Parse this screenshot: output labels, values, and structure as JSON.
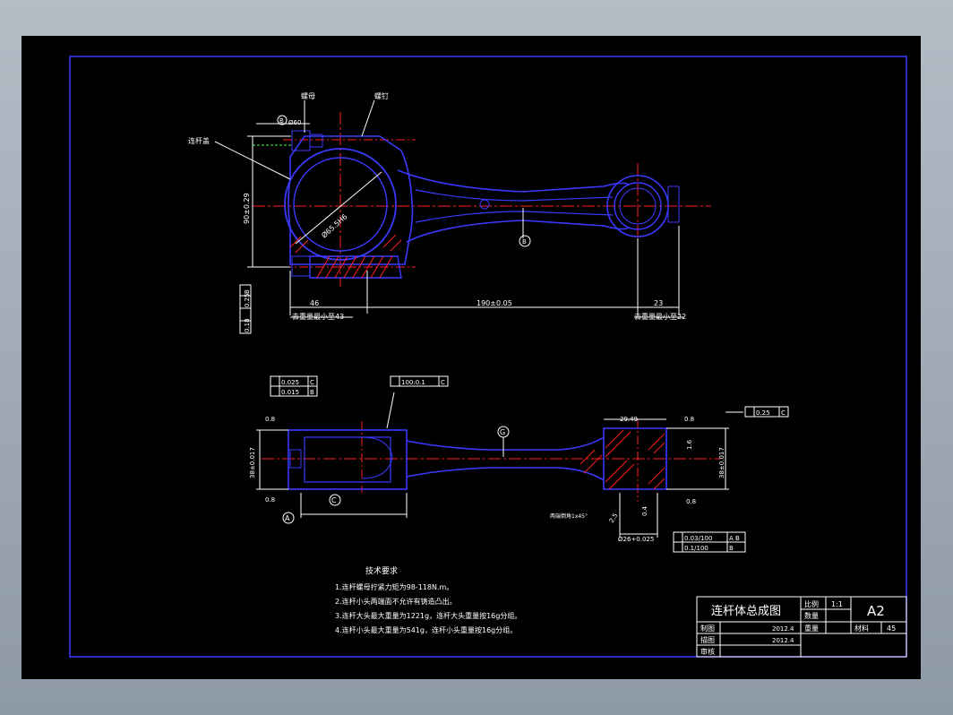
{
  "labels": {
    "nut": "螺母",
    "bolt": "螺钉",
    "cap": "连杆盖",
    "datum_b_top": "B",
    "dim_d1": "Ø60",
    "dim_90": "90±0.29",
    "dim_bore": "Ø65.5H6",
    "datum_b": "B",
    "tol_parallel_1": "0.25",
    "tol_parallel_1_ref": "B",
    "tol_position": "0.18",
    "dim_46": "46",
    "dim_190": "190±0.05",
    "dim_23": "23",
    "weight_note_left": "去重量最小至43",
    "weight_note_right": "去重量最小至22"
  },
  "side_view": {
    "fcf_parallel": "0.025",
    "fcf_parallel_ref": "C",
    "fcf_perp": "0.015",
    "fcf_perp_ref": "B",
    "fcf_perp_100": "100:0.1",
    "fcf_perp_100_ref": "C",
    "rough_08_a": "0.8",
    "rough_08_b": "0.8",
    "rough_08_c": "0.8",
    "rough_08_d": "0.8",
    "rough_16": "1.6",
    "rough_25": "2.5",
    "rough_04": "0.4",
    "dim_38_left": "38±0.017",
    "dim_38_right": "38±0.017",
    "dim_29": "29.49",
    "dim_26": "Ø26+0.025",
    "datum_a": "A",
    "datum_c": "C",
    "datum_g": "G",
    "fcf_flat": "0.25",
    "fcf_flat_ref": "C",
    "fcf_bottom_1": "0.03/100",
    "fcf_bottom_1_ref": "A B",
    "fcf_bottom_2": "0.1/100",
    "fcf_bottom_2_ref": "B",
    "chamfer_note": "两端倒角1x45°"
  },
  "notes": {
    "title": "技术要求",
    "items": [
      "1.连杆螺母拧紧力矩为98-118N.m。",
      "2.连杆小头两端面不允许有铸造凸出。",
      "3.连杆大头最大重量为1221g，连杆大头重量按16g分组。",
      "4.连杆小头最大重量为541g，连杆小头重量按16g分组。"
    ]
  },
  "title_block": {
    "title": "连杆体总成图",
    "scale_label": "比例",
    "scale_value": "1:1",
    "qty_label": "数量",
    "sheet_size": "A2",
    "weight_label": "重量",
    "material_label": "材料",
    "material_value": "45",
    "drawn_label": "制图",
    "drawn_date": "2012.4",
    "traced_label": "描图",
    "traced_date": "2012.4",
    "checked_label": "审核"
  },
  "colors": {
    "background": "#000000",
    "outline": "#3a3aff",
    "center": "#ff2020",
    "dim": "#ffffff",
    "hatch": "#ff2020"
  }
}
